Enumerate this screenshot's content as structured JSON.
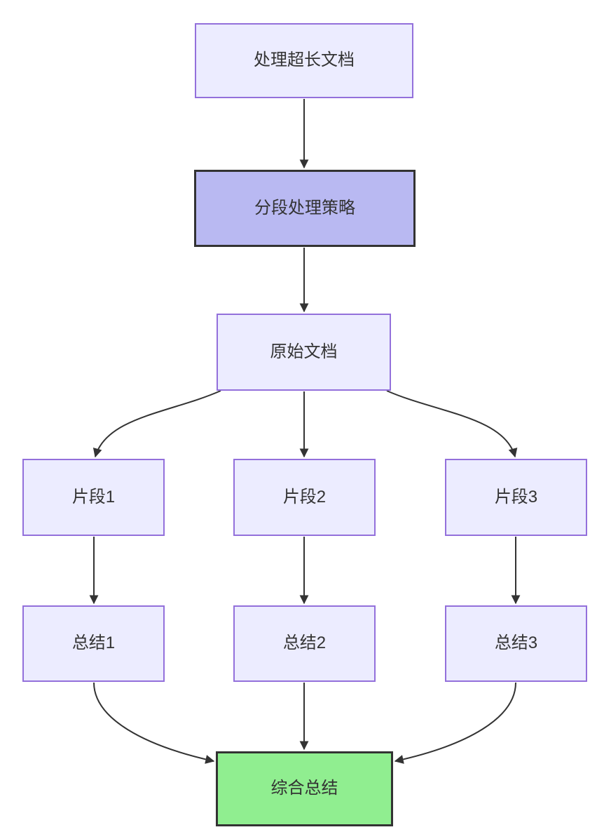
{
  "diagram": {
    "type": "flowchart",
    "direction": "top-down",
    "nodes": [
      {
        "id": "start",
        "label": "处理超长文档",
        "kind": "default"
      },
      {
        "id": "strategy",
        "label": "分段处理策略",
        "kind": "accent"
      },
      {
        "id": "doc",
        "label": "原始文档",
        "kind": "default"
      },
      {
        "id": "seg1",
        "label": "片段1",
        "kind": "default"
      },
      {
        "id": "seg2",
        "label": "片段2",
        "kind": "default"
      },
      {
        "id": "seg3",
        "label": "片段3",
        "kind": "default"
      },
      {
        "id": "sum1",
        "label": "总结1",
        "kind": "default"
      },
      {
        "id": "sum2",
        "label": "总结2",
        "kind": "default"
      },
      {
        "id": "sum3",
        "label": "总结3",
        "kind": "default"
      },
      {
        "id": "final",
        "label": "综合总结",
        "kind": "result"
      }
    ],
    "edges": [
      {
        "from": "start",
        "to": "strategy"
      },
      {
        "from": "strategy",
        "to": "doc"
      },
      {
        "from": "doc",
        "to": "seg1"
      },
      {
        "from": "doc",
        "to": "seg2"
      },
      {
        "from": "doc",
        "to": "seg3"
      },
      {
        "from": "seg1",
        "to": "sum1"
      },
      {
        "from": "seg2",
        "to": "sum2"
      },
      {
        "from": "seg3",
        "to": "sum3"
      },
      {
        "from": "sum1",
        "to": "final"
      },
      {
        "from": "sum2",
        "to": "final"
      },
      {
        "from": "sum3",
        "to": "final"
      }
    ],
    "colors": {
      "node_fill": "#ECECFF",
      "node_border": "#9370DB",
      "accent_fill": "#B9B9F2",
      "result_fill": "#90EE90",
      "strong_border": "#333333",
      "edge_color": "#333333",
      "text_color": "#333333"
    }
  }
}
